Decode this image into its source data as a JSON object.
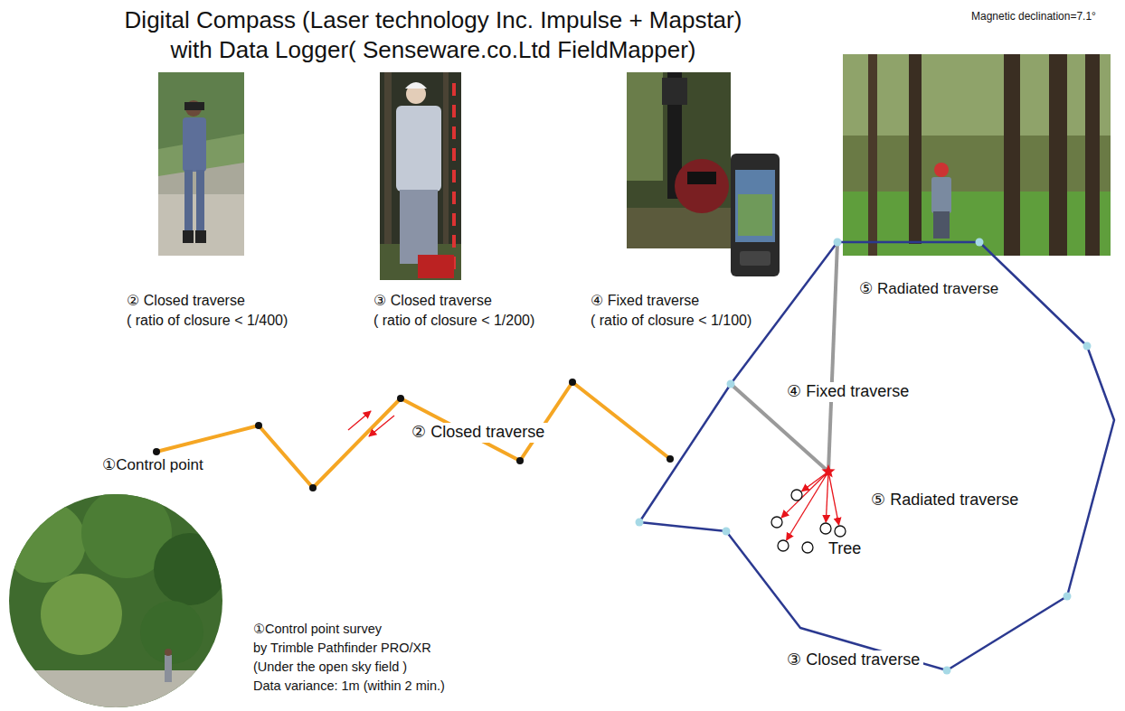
{
  "diagram": {
    "title": "Digital Compass (Laser technology Inc. Impulse + Mapstar) with Data Logger( Senseware.co.Ltd FieldMapper)",
    "labels": [
      "Magnetic declination=7.1°",
      "② Closed traverse ( ratio of closure < 1/400)",
      "③ Closed traverse ( ratio of closure < 1/200)",
      "④ Fixed traverse ( ratio of closure < 1/100)",
      "⑤ Radiated traverse",
      "④ Fixed traverse",
      "② Closed traverse",
      "①Control point",
      "⑤ Radiated traverse",
      "Tree",
      "①Control point survey by Trimble Pathfinder PRO/XR (Under the open sky field ) Data variance: 1m (within 2 min.)",
      "③ Closed traverse"
    ]
  }
}
